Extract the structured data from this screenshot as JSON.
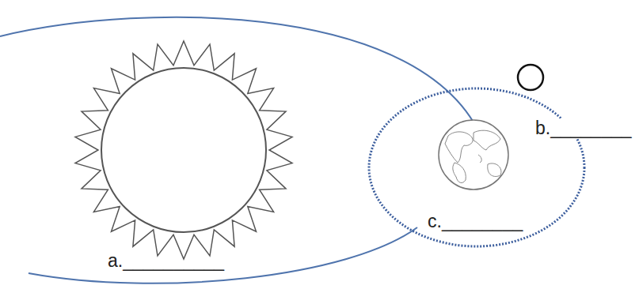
{
  "diagram": {
    "labels": [
      "a.__________",
      "b.________",
      "c.________"
    ]
  }
}
